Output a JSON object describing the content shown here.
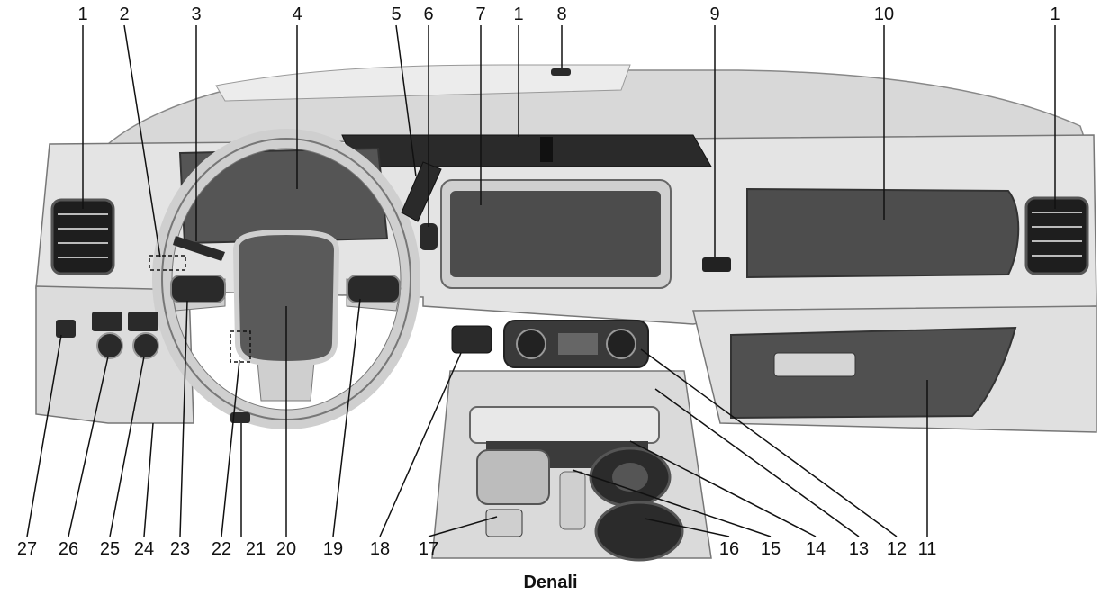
{
  "caption": "Denali",
  "callout_numbers": [
    "1",
    "2",
    "3",
    "4",
    "5",
    "6",
    "7",
    "1",
    "8",
    "9",
    "10",
    "1",
    "27",
    "26",
    "25",
    "24",
    "23",
    "22",
    "21",
    "20",
    "19",
    "18",
    "17",
    "16",
    "15",
    "14",
    "13",
    "12",
    "11"
  ],
  "colors": {
    "dash_light": "#e6e6e6",
    "dash_mid": "#c9c9c9",
    "dash_dark": "#8f8f8f",
    "screen": "#555555",
    "black": "#1a1a1a",
    "line": "#222222"
  }
}
